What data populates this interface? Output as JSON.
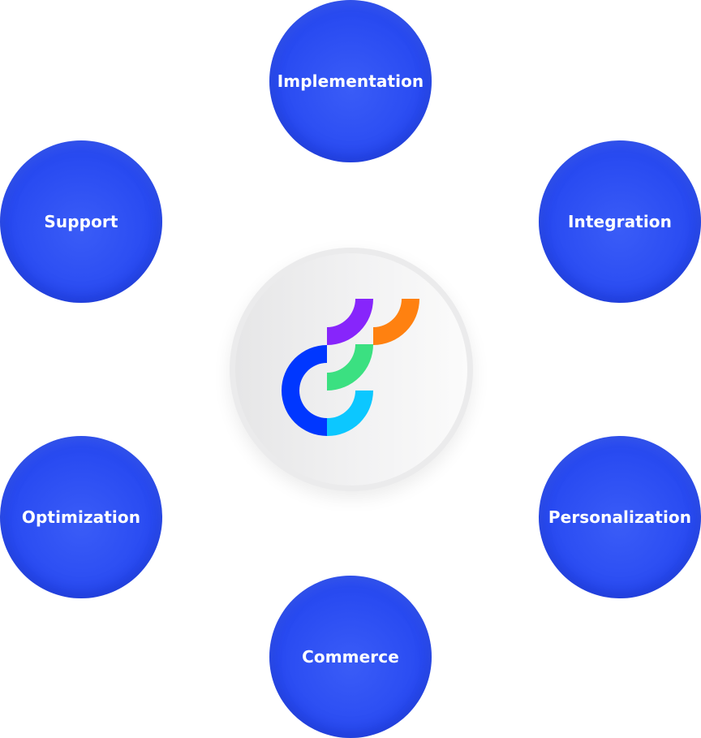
{
  "diagram": {
    "nodes": [
      {
        "id": "implementation",
        "label": "Implementation"
      },
      {
        "id": "support",
        "label": "Support"
      },
      {
        "id": "integration",
        "label": "Integration"
      },
      {
        "id": "optimization",
        "label": "Optimization"
      },
      {
        "id": "personalization",
        "label": "Personalization"
      },
      {
        "id": "commerce",
        "label": "Commerce"
      }
    ],
    "center": {
      "logo_icon": "optimizely-logo-icon"
    }
  },
  "colors": {
    "node_blue": "#2a4cf2",
    "logo_blue": "#0037ff",
    "logo_purple": "#8725fb",
    "logo_orange": "#ff8110",
    "logo_green": "#3be081",
    "logo_cyan": "#0cc7ff",
    "hub_gray": "#ebebec"
  }
}
